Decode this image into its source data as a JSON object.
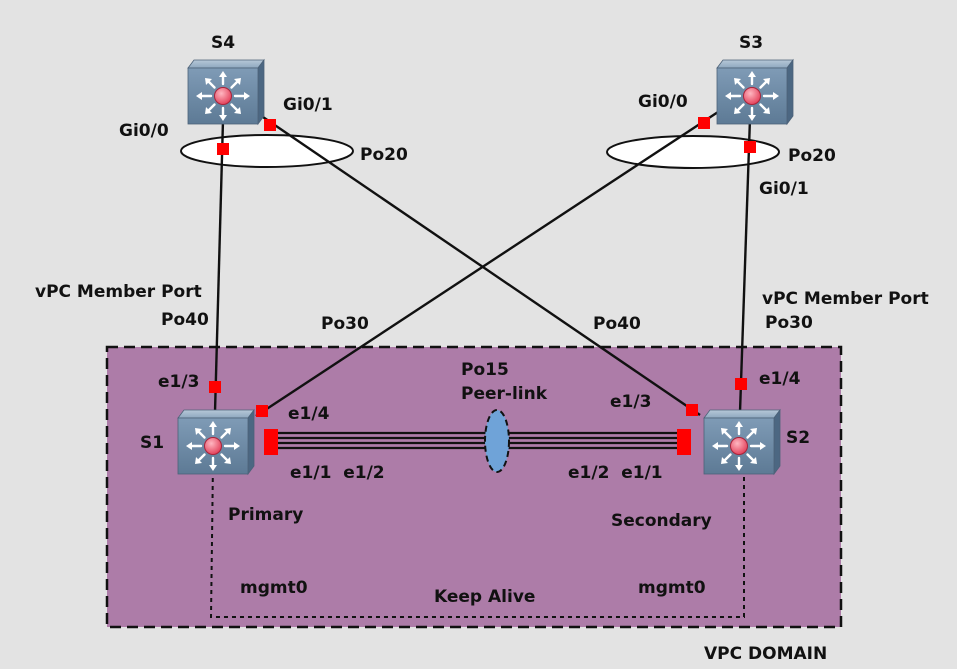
{
  "diagram": {
    "domain_label": "VPC DOMAIN",
    "colors": {
      "background": "#e3e3e3",
      "domain_fill": "#ad7ca8",
      "port": "#ff0000",
      "peer_link_ellipse": "#6fa3d8",
      "switch_body": "#6e8da8"
    },
    "switches": {
      "s4": {
        "name": "S4",
        "icon": "layer3-switch-icon"
      },
      "s3": {
        "name": "S3",
        "icon": "layer3-switch-icon"
      },
      "s1": {
        "name": "S1",
        "role": "Primary",
        "icon": "layer3-switch-icon"
      },
      "s2": {
        "name": "S2",
        "role": "Secondary",
        "icon": "layer3-switch-icon"
      }
    },
    "ports": {
      "s4_gi00": "Gi0/0",
      "s4_gi01": "Gi0/1",
      "s3_gi00": "Gi0/0",
      "s3_gi01": "Gi0/1",
      "s1_e13": "e1/3",
      "s1_e14": "e1/4",
      "s1_e11_e12": "e1/1  e1/2",
      "s2_e13": "e1/3",
      "s2_e14": "e1/4",
      "s2_e12_e11": "e1/2  e1/1",
      "s1_mgmt": "mgmt0",
      "s2_mgmt": "mgmt0"
    },
    "port_channels": {
      "s4_po": "Po20",
      "s3_po": "Po20",
      "left_member_title": "vPC Member Port",
      "left_member_po": "Po40",
      "right_member_title": "vPC Member Port",
      "right_member_po": "Po30",
      "cross_left": "Po30",
      "cross_right": "Po40",
      "peer_link_po": "Po15",
      "peer_link_name": "Peer-link"
    },
    "keepalive_label": "Keep Alive"
  }
}
